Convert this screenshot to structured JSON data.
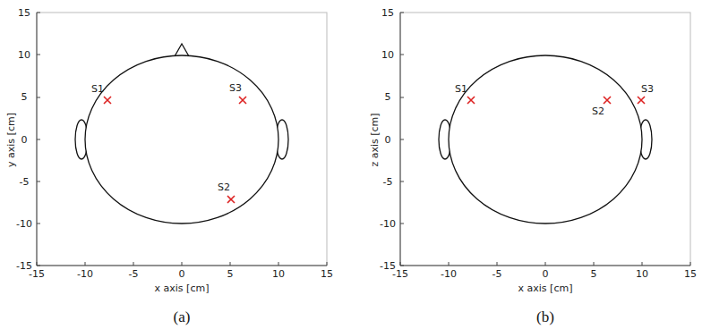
{
  "diagram": {
    "labels": [
      "15",
      "10",
      "5",
      "0",
      "-5",
      "-10",
      "-15",
      "-15",
      "-10",
      "-5",
      "0",
      "5",
      "10",
      "15",
      "y axis [cm]",
      "x axis [cm]",
      "S1",
      "S3",
      "S2",
      "(a)",
      "15",
      "10",
      "5",
      "0",
      "-5",
      "-10",
      "-15",
      "-15",
      "-10",
      "-5",
      "0",
      "5",
      "10",
      "15",
      "z axis [cm]",
      "x axis [cm]",
      "S1",
      "S3",
      "S2",
      "(b)"
    ]
  }
}
